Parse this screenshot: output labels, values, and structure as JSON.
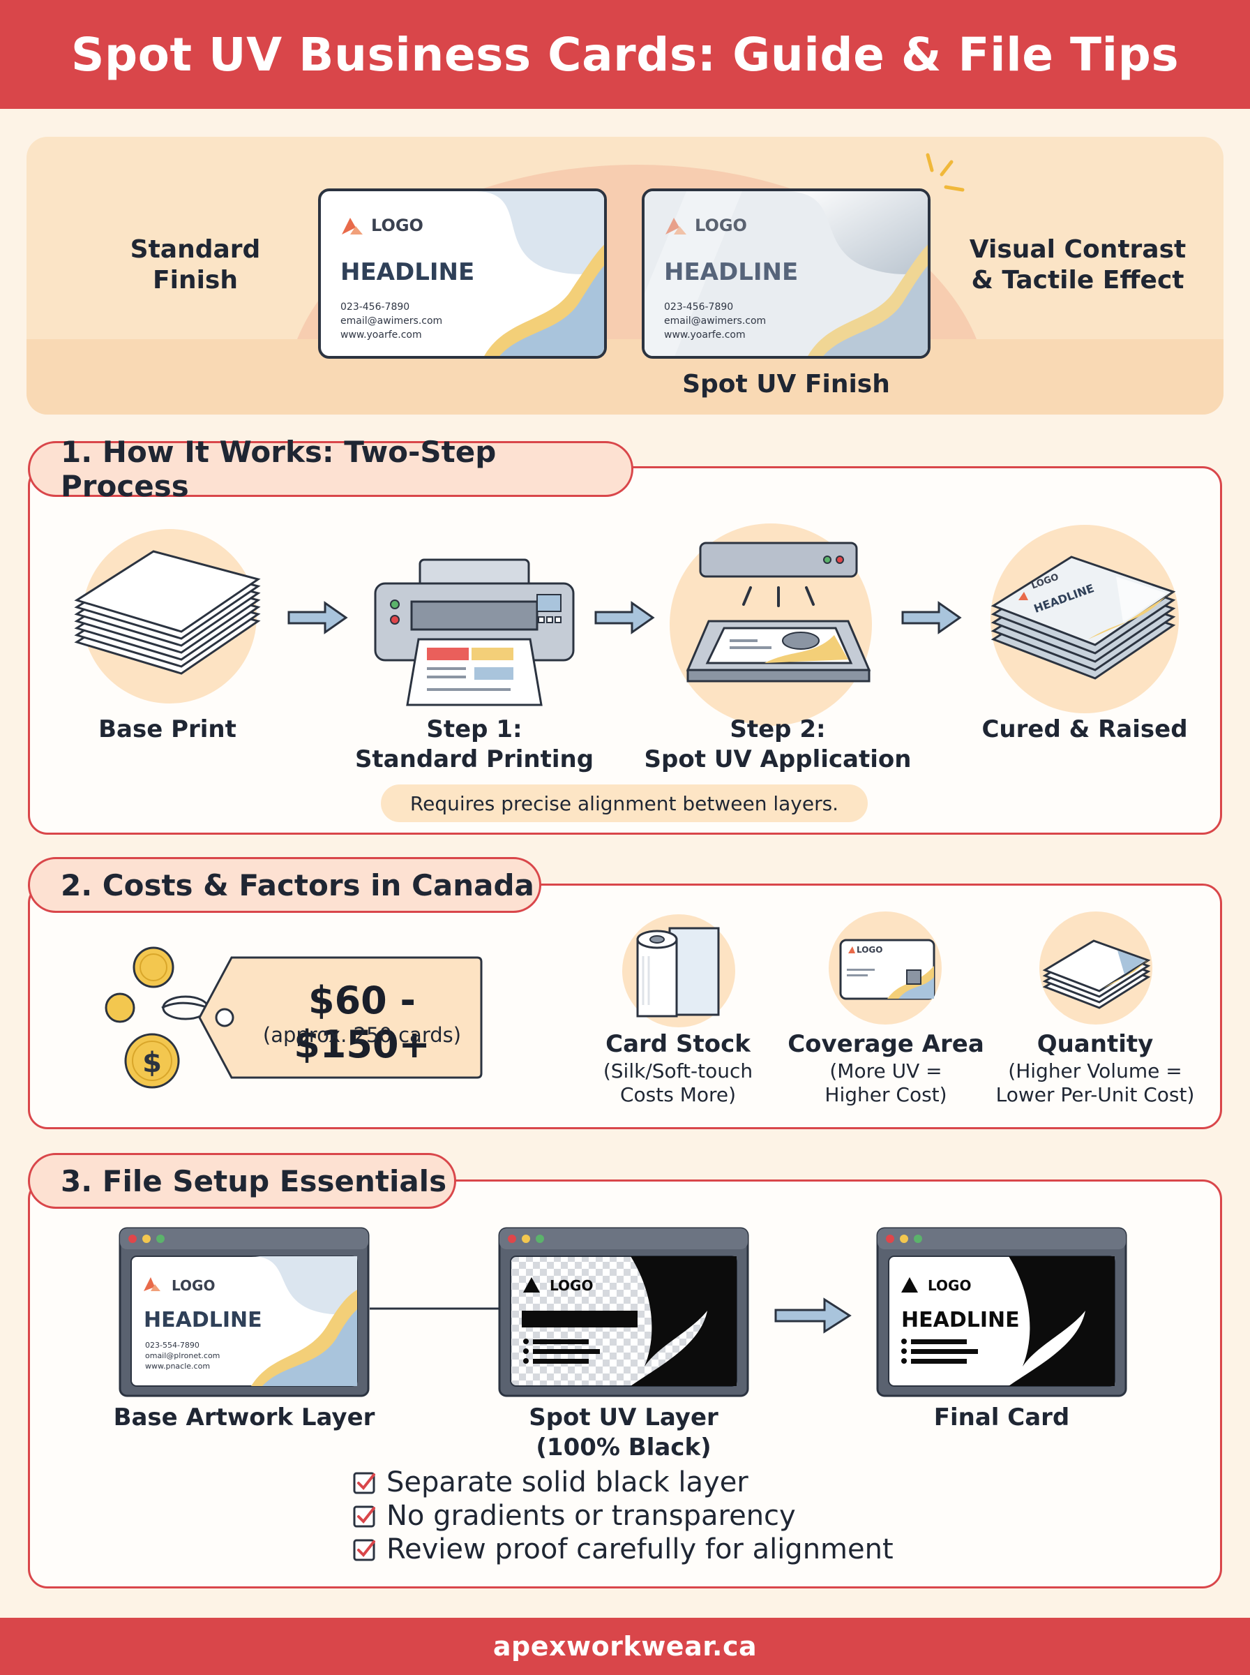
{
  "header": {
    "title": "Spot UV Business Cards: Guide & File Tips"
  },
  "hero": {
    "left_label": [
      "Standard",
      "Finish"
    ],
    "right_label": [
      "Visual Contrast",
      "& Tactile Effect"
    ],
    "spot_uv_caption": "Spot UV Finish",
    "card": {
      "logo": "LOGO",
      "headline": "HEADLINE",
      "phone": "023-456-7890",
      "email": "email@awimers.com",
      "web": "www.yoarfe.com"
    }
  },
  "section1": {
    "title": "1. How It Works: Two-Step Process",
    "steps": [
      {
        "line1": "Base Print",
        "line2": ""
      },
      {
        "line1": "Step 1:",
        "line2": "Standard Printing"
      },
      {
        "line1": "Step 2:",
        "line2": "Spot UV Application"
      },
      {
        "line1": "Cured & Raised",
        "line2": ""
      }
    ],
    "note": "Requires precise alignment between layers.",
    "cured_card": {
      "logo": "LOGO",
      "headline": "HEADLINE"
    },
    "colors": {
      "accent": "#d9464a",
      "steel": "#6f8bb0"
    }
  },
  "section2": {
    "title": "2. Costs & Factors in Canada",
    "price": "$60 - $150+",
    "price_note": "(approx. 250 cards)",
    "coin_symbol": "$",
    "factors": [
      {
        "title": "Card Stock",
        "sub1": "(Silk/Soft-touch",
        "sub2": "Costs More)"
      },
      {
        "title": "Coverage Area",
        "sub1": "(More UV =",
        "sub2": "Higher Cost)"
      },
      {
        "title": "Quantity",
        "sub1": "(Higher Volume =",
        "sub2": "Lower Per-Unit Cost)"
      }
    ],
    "mini_card_logo": "LOGO"
  },
  "section3": {
    "title": "3. File Setup Essentials",
    "windows": [
      {
        "label1": "Base Artwork Layer",
        "label2": ""
      },
      {
        "label1": "Spot UV Layer",
        "label2": "(100% Black)"
      },
      {
        "label1": "Final Card",
        "label2": ""
      }
    ],
    "base_card": {
      "logo": "LOGO",
      "headline": "HEADLINE",
      "phone": "023-554-7890",
      "email": "omail@plronet.com",
      "web": "www.pnacle.com"
    },
    "spot_logo": "LOGO",
    "final_logo": "LOGO",
    "final_headline": "HEADLINE",
    "checklist": [
      "Separate solid black layer",
      "No gradients or transparency",
      "Review proof carefully for alignment"
    ]
  },
  "footer": {
    "site": "apexworkwear.ca"
  }
}
